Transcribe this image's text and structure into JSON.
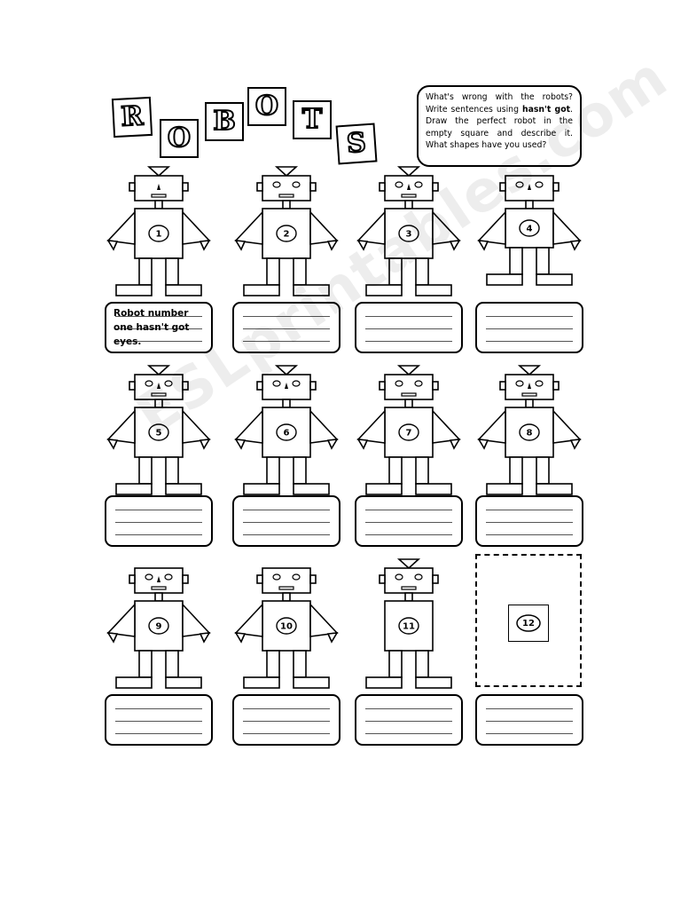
{
  "title": {
    "letters": [
      "R",
      "O",
      "B",
      "O",
      "T",
      "S"
    ]
  },
  "instructions": {
    "part1": "What's wrong with the robots? Write sentences using ",
    "bold1": "hasn't got",
    "part2": ". Draw the perfect robot in the empty square and describe it. What shapes have you used?"
  },
  "robots": [
    {
      "number": "1"
    },
    {
      "number": "2"
    },
    {
      "number": "3"
    },
    {
      "number": "4"
    },
    {
      "number": "5"
    },
    {
      "number": "6"
    },
    {
      "number": "7"
    },
    {
      "number": "8"
    },
    {
      "number": "9"
    },
    {
      "number": "10"
    },
    {
      "number": "11"
    }
  ],
  "drawing_square": {
    "number": "12"
  },
  "example_answer": "Robot number one hasn't got eyes.",
  "watermark": "ESLprintables.com"
}
